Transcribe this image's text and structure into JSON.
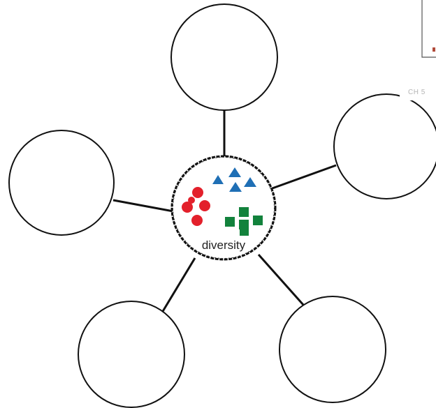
{
  "diagram": {
    "center_label": "diversity",
    "corner_label": "CH 5",
    "outer_circle_count": 5,
    "colors": {
      "line": "#111111",
      "circle_fill": "#ffffff",
      "dot_red": "#e3202b",
      "triangle_blue": "#1f6fb5",
      "square_green": "#12823c",
      "corner_text": "#b5b5b5",
      "corner_box": "#b04a3a"
    },
    "icon_groups": [
      {
        "name": "red-circles-icon",
        "shape": "circle",
        "count": 5
      },
      {
        "name": "blue-triangles-icon",
        "shape": "triangle",
        "count": 4
      },
      {
        "name": "green-squares-icon",
        "shape": "square",
        "count": 5
      }
    ]
  }
}
